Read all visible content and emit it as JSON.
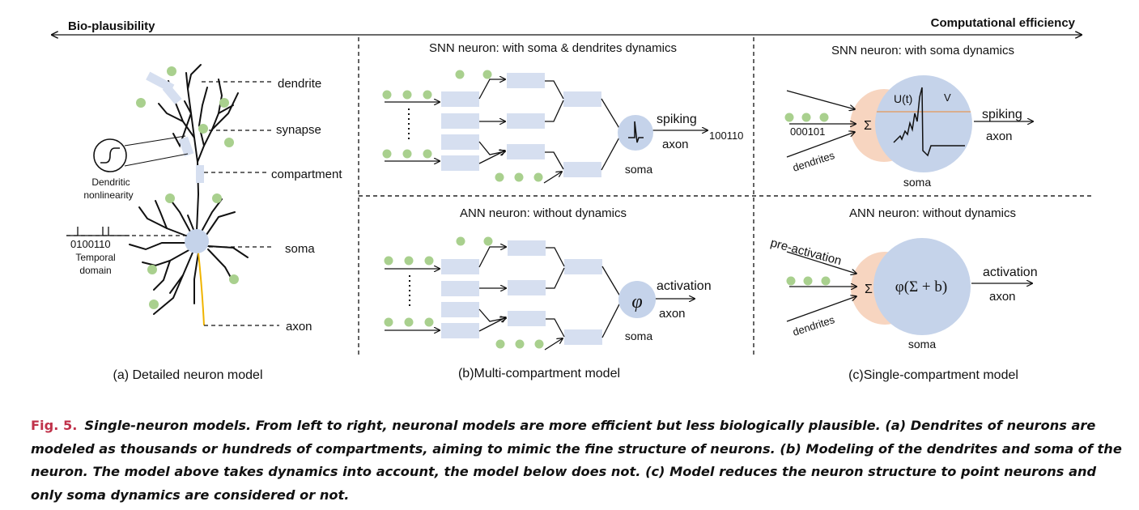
{
  "header": {
    "left_label": "Bio-plausibility",
    "right_label": "Computational efficiency"
  },
  "panel_a": {
    "dendrite": "dendrite",
    "synapse": "synapse",
    "compartment": "compartment",
    "soma": "soma",
    "axon": "axon",
    "nonlinearity_line1": "Dendritic",
    "nonlinearity_line2": "nonlinearity",
    "spike_code": "0100110",
    "temporal_line1": "Temporal",
    "temporal_line2": "domain",
    "caption": "(a) Detailed neuron model"
  },
  "panel_b": {
    "snn_title": "SNN neuron: with soma & dendrites dynamics",
    "snn_spiking": "spiking",
    "snn_axon": "axon",
    "snn_output": "100110",
    "snn_soma": "soma",
    "ann_title": "ANN neuron: without dynamics",
    "ann_activation": "activation",
    "ann_axon": "axon",
    "ann_soma": "soma",
    "phi": "φ",
    "caption": "(b)Multi-compartment model"
  },
  "panel_c": {
    "snn_title": "SNN neuron: with soma dynamics",
    "snn_input": "000101",
    "snn_dendrites": "dendrites",
    "sigma": "Σ",
    "ut": "U(t)",
    "v": "V",
    "snn_spiking": "spiking",
    "snn_axon": "axon",
    "snn_soma": "soma",
    "ann_title": "ANN neuron: without dynamics",
    "pre_activation": "pre-activation",
    "ann_formula": "φ(Σ + b)",
    "ann_dendrites": "dendrites",
    "ann_activation": "activation",
    "ann_axon": "axon",
    "ann_soma": "soma",
    "caption": "(c)Single-compartment model"
  },
  "caption": {
    "label": "Fig. 5.",
    "text": "Single-neuron models. From left to right, neuronal models are more efficient but less biologically plausible. (a) Dendrites of neurons are modeled as thousands or hundreds of compartments, aiming to mimic the fine structure of neurons. (b) Modeling of the dendrites and soma of the neuron. The model above takes dynamics into account, the model below does not. (c) Model reduces the neuron structure to point neurons and only soma dynamics are considered or not."
  },
  "colors": {
    "dot": "#a9d08e",
    "box": "#d6dff0",
    "soma": "#c5d3ea",
    "soma_pink": "#f7d5c0",
    "axon_yellow": "#f0b400",
    "caption_label": "#c0324a"
  }
}
